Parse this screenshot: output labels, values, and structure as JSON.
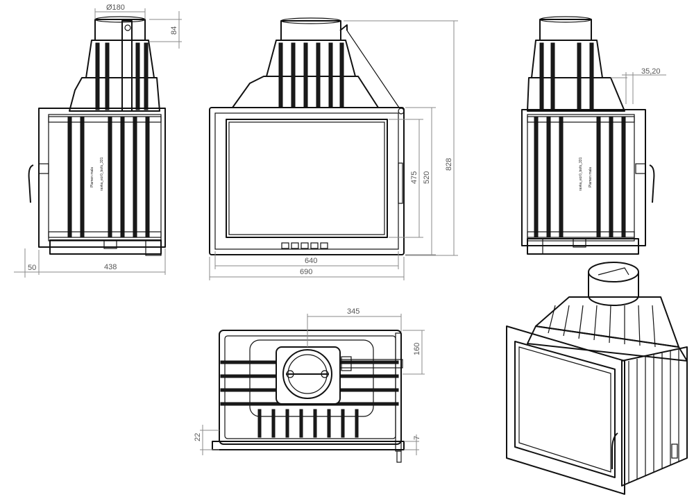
{
  "dimensions": {
    "diameter": "Ø180",
    "flue_height": "84",
    "depth": "438",
    "offset": "50",
    "flue_offset": "35,20",
    "glass_height": "475",
    "door_height": "520",
    "total_height": "828",
    "door_width": "640",
    "total_width": "690",
    "flue_center": "345",
    "flue_depth": "160",
    "front_depth": "22",
    "frame_thickness": "7"
  },
  "side_label": {
    "line1": "ravka_ecr0_bofo_331",
    "line2": "Plamen mala"
  }
}
